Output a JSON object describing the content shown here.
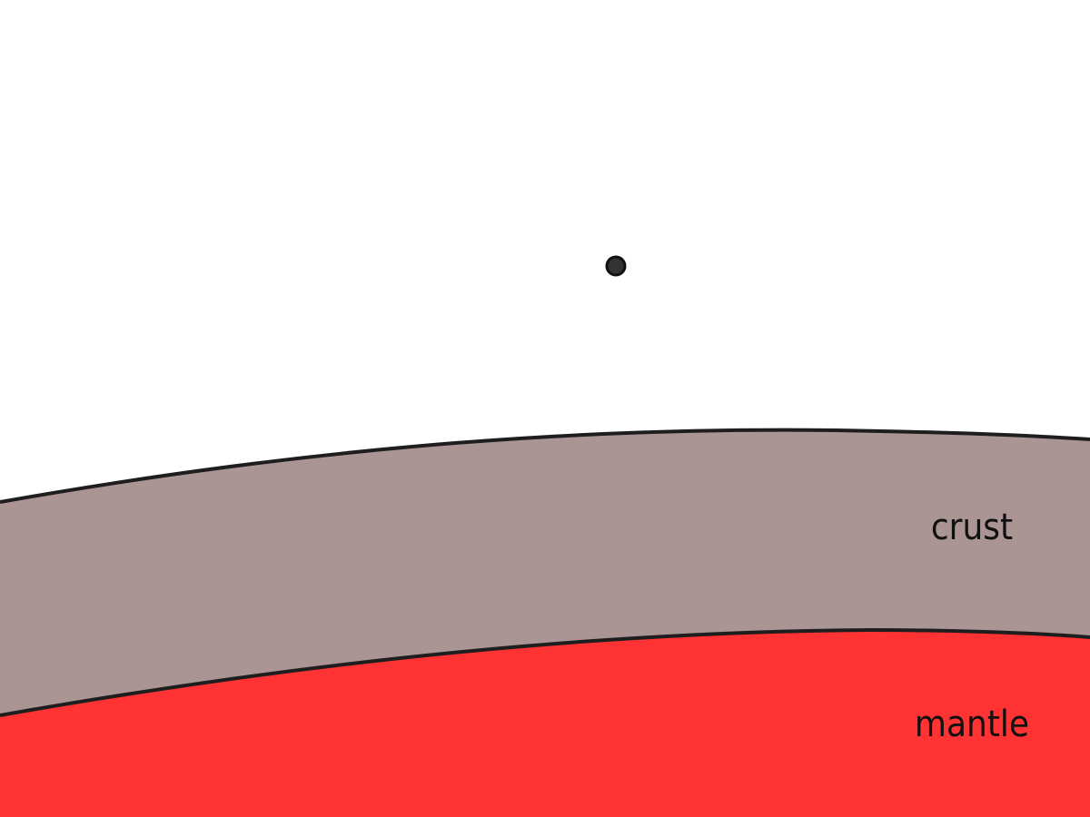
{
  "diagram": {
    "layers": [
      {
        "id": "crust",
        "label": "crust",
        "color": "#aa9494"
      },
      {
        "id": "mantle",
        "label": "mantle",
        "color": "#ff3333"
      }
    ],
    "point": {
      "color": "#333333",
      "outline": "#111111"
    },
    "boundary_color": "#1e1e1e"
  }
}
